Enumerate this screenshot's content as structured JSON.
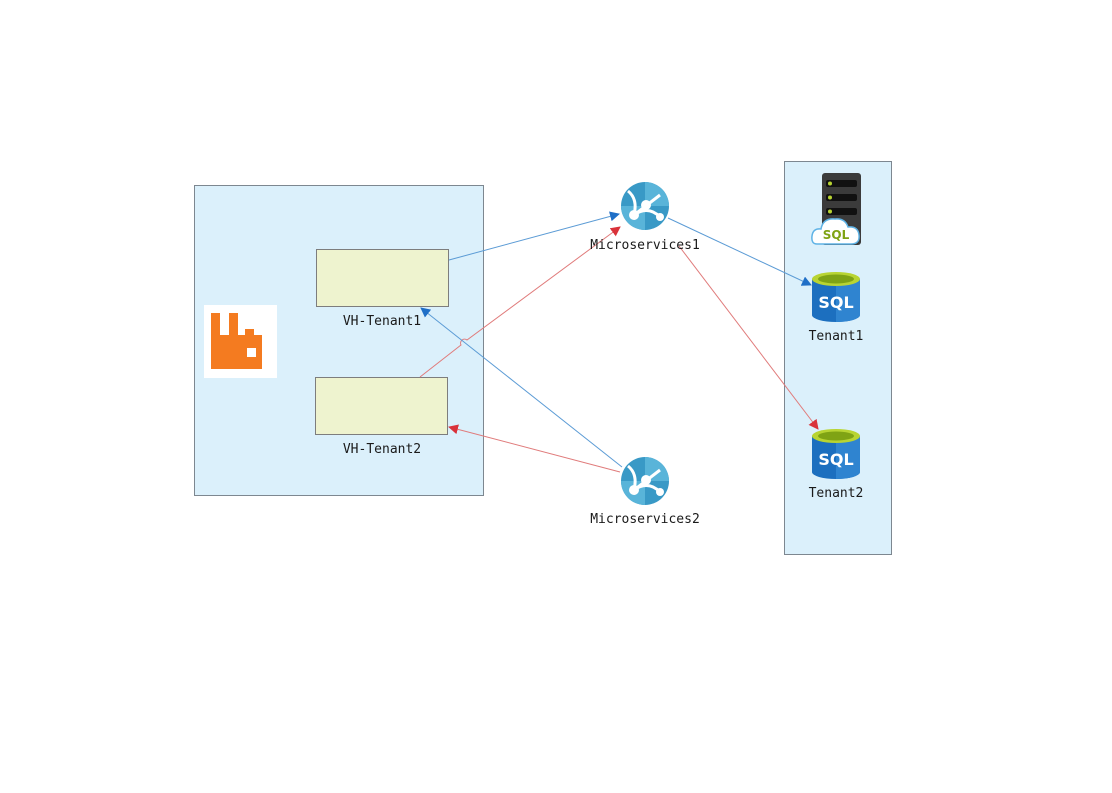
{
  "nodes": {
    "vh_tenant1": "VH-Tenant1",
    "vh_tenant2": "VH-Tenant2",
    "microservices1": "Microservices1",
    "microservices2": "Microservices2",
    "db_tenant1": "Tenant1",
    "db_tenant2": "Tenant2",
    "sql_badge": "SQL",
    "sql_server_badge": "SQL"
  },
  "icons": {
    "broker": "rabbitmq-icon",
    "service": "app-service-globe-icon",
    "database": "sql-database-icon",
    "server": "sql-server-cloud-icon"
  },
  "colors": {
    "panel_fill": "#dbf0fb",
    "vhost_fill": "#eef3cf",
    "tenant1_flow": "#4a90d9",
    "tenant2_flow": "#e06666",
    "broker_orange": "#f47b20",
    "azure_blue": "#1c6fbf"
  }
}
